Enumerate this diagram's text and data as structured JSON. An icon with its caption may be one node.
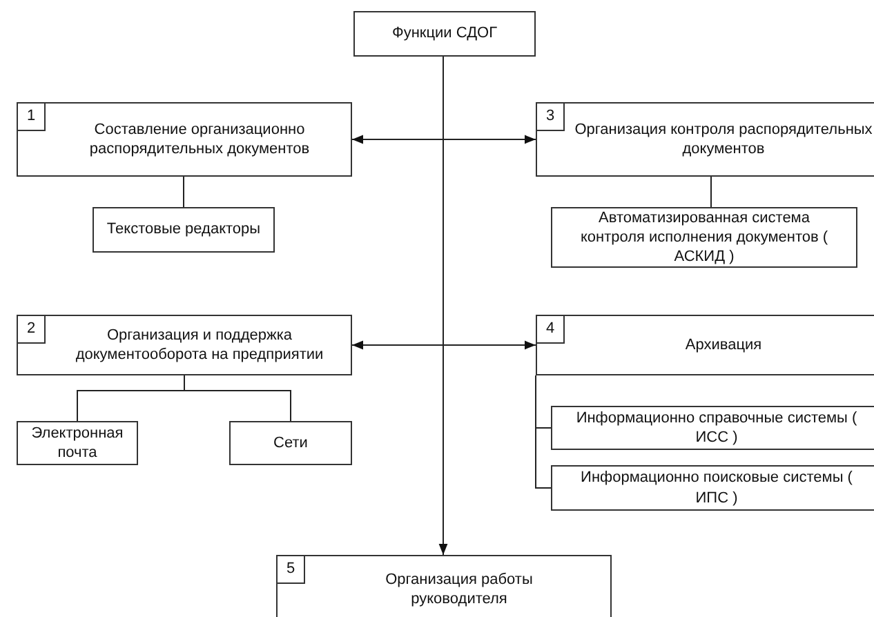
{
  "diagram": {
    "nodes": [
      {
        "text": [
          "Функции СДОГ"
        ]
      },
      {
        "text": [
          "1",
          "Составление организационно распорядительных документов"
        ]
      },
      {
        "text": [
          "Текстовые редакторы"
        ]
      },
      {
        "text": [
          "3",
          "Организация контроля распорядительных документов"
        ]
      },
      {
        "text": [
          "Автоматизированная система контроля  исполнения документов ( АСКИД )"
        ]
      },
      {
        "text": [
          "2",
          "Организация и поддержка документооборота на предприятии"
        ]
      },
      {
        "text": [
          "Электронная почта"
        ]
      },
      {
        "text": [
          "Сети"
        ]
      },
      {
        "text": [
          "4",
          "Архивация"
        ]
      },
      {
        "text": [
          "Информационно справочные системы ( ИСС )"
        ]
      },
      {
        "text": [
          "Информационно поисковые системы ( ИПС )"
        ]
      },
      {
        "text": [
          "5",
          "Организация работы руководителя"
        ]
      }
    ],
    "edges": [
      {
        "from": 0,
        "to": 11,
        "arrow": "to"
      },
      {
        "from": 1,
        "to": 3,
        "arrow": "both"
      },
      {
        "from": 5,
        "to": 8,
        "arrow": "both"
      },
      {
        "from": 1,
        "to": 2,
        "arrow": "none"
      },
      {
        "from": 3,
        "to": 4,
        "arrow": "none"
      },
      {
        "from": 5,
        "to": 6,
        "arrow": "none"
      },
      {
        "from": 5,
        "to": 7,
        "arrow": "none"
      },
      {
        "from": 8,
        "to": 9,
        "arrow": "none"
      },
      {
        "from": 8,
        "to": 10,
        "arrow": "none"
      }
    ]
  }
}
